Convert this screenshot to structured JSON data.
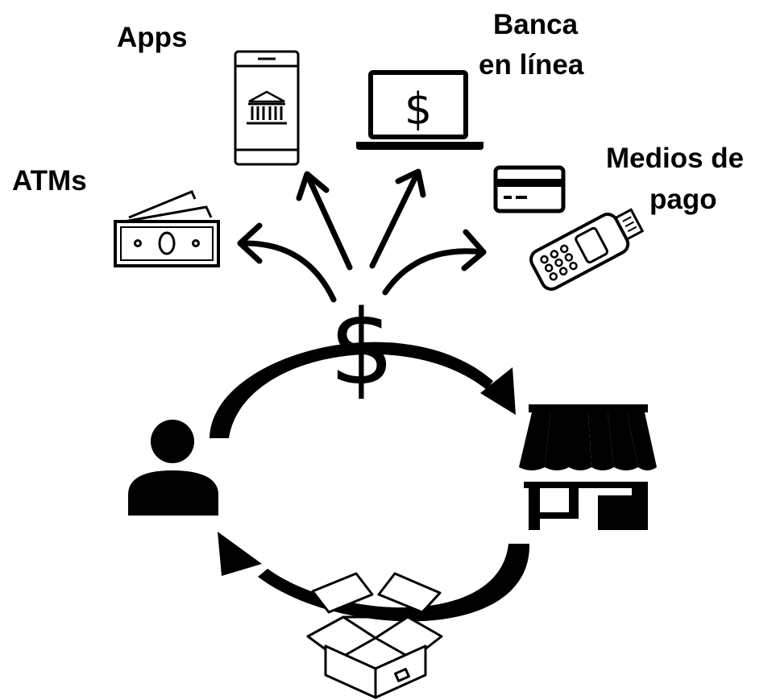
{
  "labels": {
    "apps": "Apps",
    "banca_line1": "Banca",
    "banca_line2": "en línea",
    "atms": "ATMs",
    "medios_line1": "Medios de",
    "medios_line2": "pago"
  },
  "icons": {
    "center": "dollar-icon",
    "phone": "smartphone-bank-icon",
    "laptop": "laptop-dollar-icon",
    "cash": "banknotes-icon",
    "card": "credit-card-icon",
    "terminal": "payment-terminal-icon",
    "person": "person-icon",
    "store": "store-icon",
    "box": "package-icon"
  },
  "colors": {
    "ink": "#000000",
    "background": "#ffffff"
  }
}
